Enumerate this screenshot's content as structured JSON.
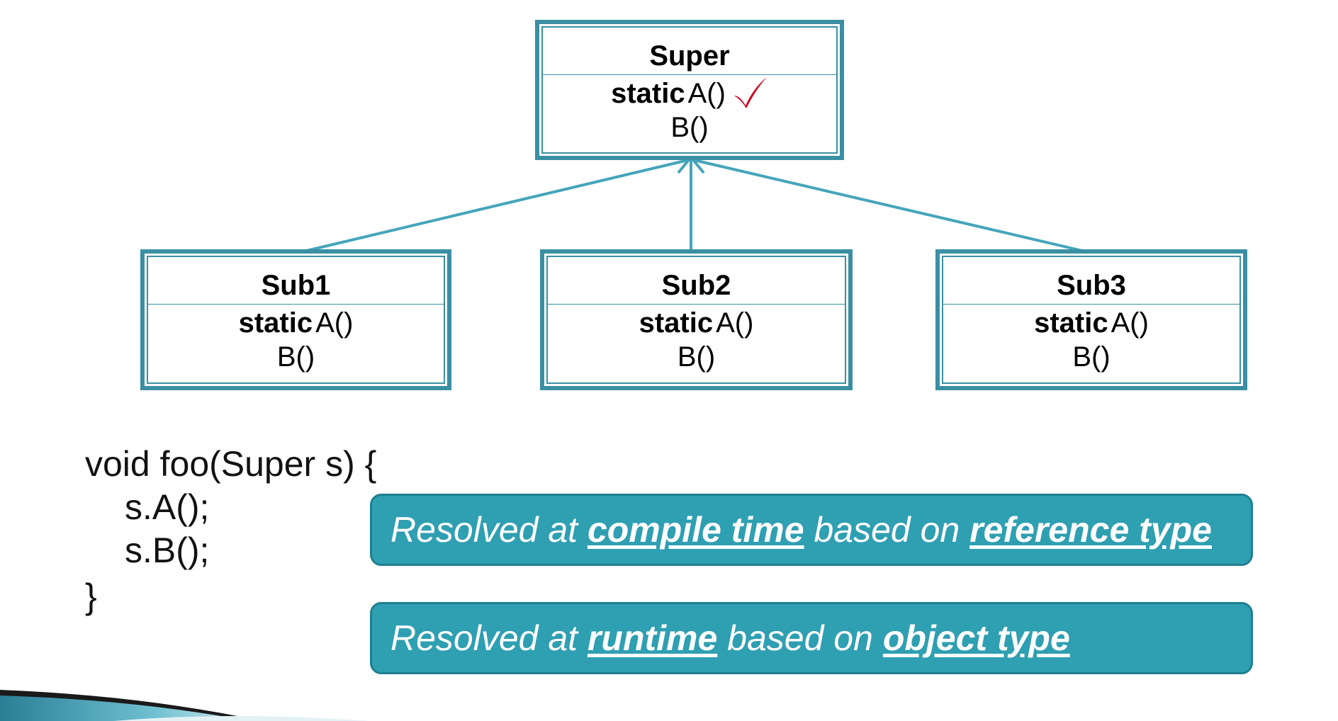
{
  "diagram": {
    "super": {
      "name": "Super",
      "static_kw": "static",
      "method_a": "A()",
      "method_b": "B()"
    },
    "subclasses": [
      {
        "name": "Sub1",
        "static_kw": "static",
        "method_a": "A()",
        "method_b": "B()"
      },
      {
        "name": "Sub2",
        "static_kw": "static",
        "method_a": "A()",
        "method_b": "B()"
      },
      {
        "name": "Sub3",
        "static_kw": "static",
        "method_a": "A()",
        "method_b": "B()"
      }
    ]
  },
  "code": {
    "line1": "void foo(Super s) {",
    "line2": "s.A();",
    "line3": "s.B();",
    "line4": "}"
  },
  "banners": [
    {
      "prefix": "Resolved at ",
      "em1": "compile time",
      "middle": " based on ",
      "em2": "reference type"
    },
    {
      "prefix": "Resolved at ",
      "em1": "runtime",
      "middle": " based on ",
      "em2": "object type"
    }
  ],
  "colors": {
    "box_border": "#3a8fa3",
    "connector": "#45a5ba",
    "banner_fill": "#2f9fb2",
    "checkmark": "#d0021b"
  }
}
